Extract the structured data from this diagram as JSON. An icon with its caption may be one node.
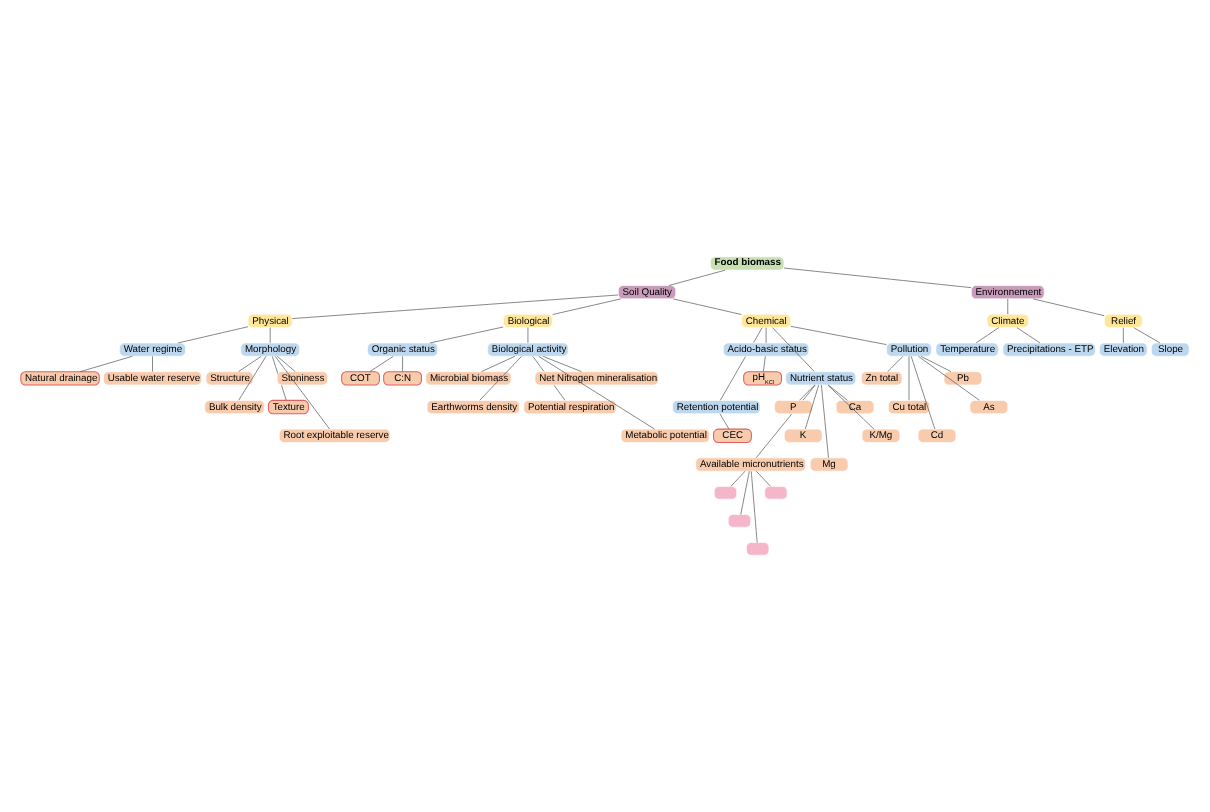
{
  "diagram": {
    "nodes": [
      {
        "text": [
          "Food biomass"
        ]
      },
      {
        "text": [
          "Soil Quality"
        ]
      },
      {
        "text": [
          "Environnement"
        ]
      },
      {
        "text": [
          "Physical"
        ]
      },
      {
        "text": [
          "Climate"
        ]
      },
      {
        "text": [
          "Relief"
        ]
      },
      {
        "text": [
          "Water regime"
        ]
      },
      {
        "text": [
          "Temperature"
        ]
      },
      {
        "text": [
          "Precipitations - ETP"
        ]
      },
      {
        "text": [
          "Elevation"
        ]
      },
      {
        "text": [
          "Slope"
        ]
      },
      {
        "text": [
          "Natural drainage"
        ]
      },
      {
        "text": [
          "Usable water reserve"
        ]
      },
      {
        "text": [
          "Biological"
        ]
      },
      {
        "text": [
          "Morphology"
        ]
      },
      {
        "text": [
          "Organic status"
        ]
      },
      {
        "text": [
          "Biological activity"
        ]
      },
      {
        "text": [
          "Structure"
        ]
      },
      {
        "text": [
          "Bulk density"
        ]
      },
      {
        "text": [
          "Texture"
        ]
      },
      {
        "text": [
          "COT"
        ]
      },
      {
        "text": [
          "C:N"
        ]
      },
      {
        "text": [
          "Stoniness"
        ]
      },
      {
        "text": [
          "Chemical"
        ]
      },
      {
        "text": [
          "Root exploitable reserve"
        ]
      },
      {
        "text": [
          "Microbial biomass"
        ]
      },
      {
        "text": [
          "Earthworms density"
        ]
      },
      {
        "text": [
          "Potential respiration"
        ]
      },
      {
        "text": [
          "Net Nitrogen mineralisation"
        ]
      },
      {
        "text": [
          "Metabolic potential"
        ]
      },
      {
        "text": [
          "Retention potential"
        ]
      },
      {
        "text": [
          "Acido-basic status"
        ]
      },
      {
        "text": [
          "Nutrient status"
        ]
      },
      {
        "text": [
          "CEC"
        ]
      },
      {
        "text": [
          "Pollution"
        ]
      },
      {
        "text": [
          "pH$_{KCl}$"
        ]
      },
      {
        "text": [
          "Available micronutrients"
        ]
      },
      {
        "text": [
          "P"
        ]
      },
      {
        "text": [
          "K"
        ]
      },
      {
        "text": [
          "Mg"
        ]
      },
      {
        "text": [
          "Ca"
        ]
      },
      {
        "text": [
          "K/Mg"
        ]
      },
      {
        "text": [],
        "shape": "box"
      },
      {
        "text": [],
        "shape": "box"
      },
      {
        "text": [],
        "shape": "box"
      },
      {
        "text": [],
        "shape": "box"
      },
      {
        "text": [
          "Zn total"
        ]
      },
      {
        "text": [
          "Cu total"
        ]
      },
      {
        "text": [
          "Cd"
        ]
      },
      {
        "text": [
          "Pb"
        ]
      },
      {
        "text": [
          "As"
        ]
      }
    ],
    "edges": [
      {
        "from": 0,
        "to": 1,
        "arrow": "none"
      },
      {
        "from": 0,
        "to": 2,
        "arrow": "none"
      },
      {
        "from": 1,
        "to": 3,
        "arrow": "none"
      },
      {
        "from": 1,
        "to": 23,
        "arrow": "none"
      },
      {
        "from": 1,
        "to": 13,
        "arrow": "none"
      },
      {
        "from": 2,
        "to": 4,
        "arrow": "none"
      },
      {
        "from": 2,
        "to": 5,
        "arrow": "none"
      },
      {
        "from": 3,
        "to": 6,
        "arrow": "none"
      },
      {
        "from": 3,
        "to": 14,
        "arrow": "none"
      },
      {
        "from": 6,
        "to": 11,
        "arrow": "none"
      },
      {
        "from": 6,
        "to": 12,
        "arrow": "none"
      },
      {
        "from": 4,
        "to": 7,
        "arrow": "none"
      },
      {
        "from": 4,
        "to": 8,
        "arrow": "none"
      },
      {
        "from": 5,
        "to": 9,
        "arrow": "none"
      },
      {
        "from": 5,
        "to": 10,
        "arrow": "none"
      },
      {
        "from": 13,
        "to": 15,
        "arrow": "none"
      },
      {
        "from": 13,
        "to": 16,
        "arrow": "none"
      },
      {
        "from": 14,
        "to": 17,
        "arrow": "none"
      },
      {
        "from": 14,
        "to": 19,
        "arrow": "none"
      },
      {
        "from": 14,
        "to": 24,
        "arrow": "none"
      },
      {
        "from": 14,
        "to": 22,
        "arrow": "none"
      },
      {
        "from": 14,
        "to": 18,
        "arrow": "none"
      },
      {
        "from": 15,
        "to": 20,
        "arrow": "none"
      },
      {
        "from": 15,
        "to": 21,
        "arrow": "none"
      },
      {
        "from": 16,
        "to": 25,
        "arrow": "none"
      },
      {
        "from": 16,
        "to": 27,
        "arrow": "none"
      },
      {
        "from": 16,
        "to": 29,
        "arrow": "none"
      },
      {
        "from": 16,
        "to": 28,
        "arrow": "none"
      },
      {
        "from": 16,
        "to": 26,
        "arrow": "none"
      },
      {
        "from": 23,
        "to": 31,
        "arrow": "none"
      },
      {
        "from": 23,
        "to": 32,
        "arrow": "none"
      },
      {
        "from": 23,
        "to": 30,
        "arrow": "none"
      },
      {
        "from": 23,
        "to": 34,
        "arrow": "none"
      },
      {
        "from": 31,
        "to": 35,
        "arrow": "none"
      },
      {
        "from": 30,
        "to": 33,
        "arrow": "none"
      },
      {
        "from": 32,
        "to": 37,
        "arrow": "none"
      },
      {
        "from": 32,
        "to": 38,
        "arrow": "none"
      },
      {
        "from": 32,
        "to": 39,
        "arrow": "none"
      },
      {
        "from": 32,
        "to": 40,
        "arrow": "none"
      },
      {
        "from": 32,
        "to": 41,
        "arrow": "none"
      },
      {
        "from": 32,
        "to": 36,
        "arrow": "none"
      },
      {
        "from": 36,
        "to": 42,
        "arrow": "none"
      },
      {
        "from": 36,
        "to": 43,
        "arrow": "none"
      },
      {
        "from": 36,
        "to": 44,
        "arrow": "none"
      },
      {
        "from": 36,
        "to": 45,
        "arrow": "none"
      },
      {
        "from": 34,
        "to": 46,
        "arrow": "none"
      },
      {
        "from": 34,
        "to": 47,
        "arrow": "none"
      },
      {
        "from": 34,
        "to": 48,
        "arrow": "none"
      },
      {
        "from": 34,
        "to": 49,
        "arrow": "none"
      },
      {
        "from": 34,
        "to": 50,
        "arrow": "none"
      }
    ]
  }
}
